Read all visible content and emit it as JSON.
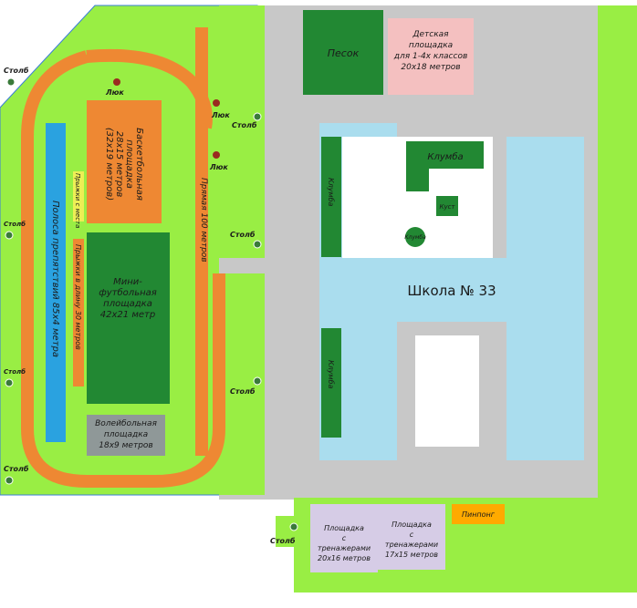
{
  "colors": {
    "lawn": "#99ee44",
    "paving": "#c8c8c8",
    "track": "#ee8833",
    "field": "#228833",
    "building": "#aaddee",
    "kids": "#f4c0c0",
    "trainers": "#d6cce6",
    "volley": "#8f9898",
    "jump": "#eeee55",
    "pingpong": "#ffaa00",
    "pole": "#3a7a3a",
    "hatch": "#9a2a20",
    "lane": "#2aa2e0",
    "border": "#3a7dd8"
  },
  "zones": {
    "sand": "Песок",
    "kids_playground": [
      "Детская",
      "площадка",
      "для 1-4х классов",
      "20x18 метров"
    ],
    "basketball": [
      "Баскетбольная",
      "площадка",
      "28x15 метров",
      "(32x19 метров)"
    ],
    "football": [
      "Мини-",
      "футбольная",
      "площадка",
      "42x21 метр"
    ],
    "volleyball": [
      "Волейбольная",
      "площадка",
      "18x9 метров"
    ],
    "obstacle_course": "Полоса препятствий 85x4 метра",
    "long_jump": "Прыжки в длину 30 метров",
    "high_jump": "Прыжки с места",
    "sprint": "Прямая 100 метров",
    "trainers_1": [
      "Площадка",
      "с",
      "тренажерами",
      "20x16 метров"
    ],
    "trainers_2": [
      "Площадка",
      "с",
      "тренажерами",
      "17x15 метров"
    ],
    "pingpong": "Пинпонг",
    "school": "Школа № 33",
    "flowerbed_top": "Клумба",
    "flowerbed_left_1": "Клумба",
    "flowerbed_left_2": "Клумба",
    "bush": "Куст",
    "flowerbed_round": "Клумба"
  },
  "markers": {
    "pole_label": "Столб",
    "hatch_label": "Люк"
  }
}
